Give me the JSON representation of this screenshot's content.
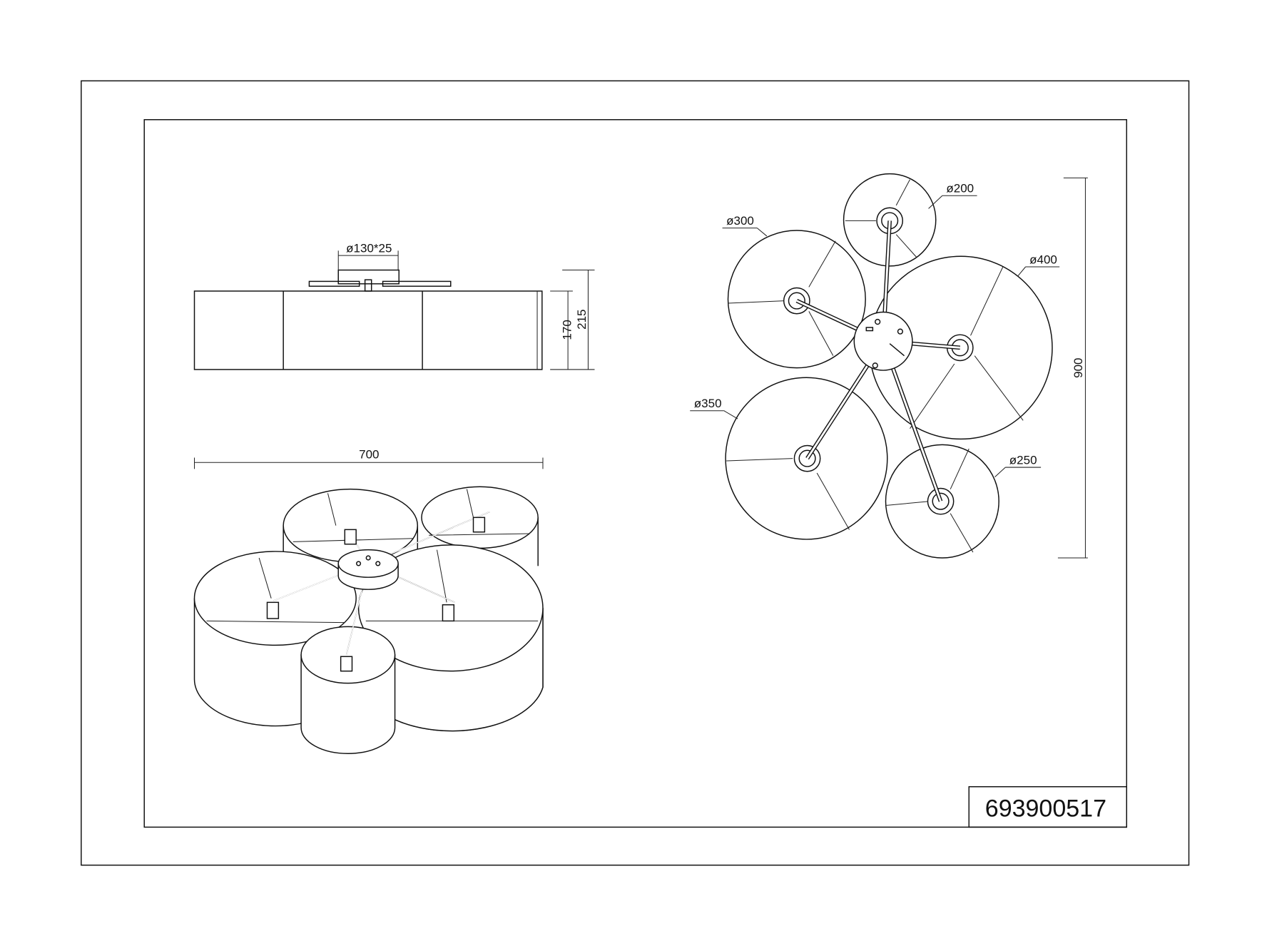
{
  "drawing": {
    "article_number": "693900517",
    "side_view": {
      "canopy_dimension": "ø130*25",
      "shade_height": "170",
      "total_height": "215"
    },
    "perspective_view": {
      "overall_width": "700"
    },
    "top_view": {
      "overall_length": "900",
      "shade_diameters": [
        "ø200",
        "ø300",
        "ø400",
        "ø350",
        "ø250"
      ]
    }
  }
}
